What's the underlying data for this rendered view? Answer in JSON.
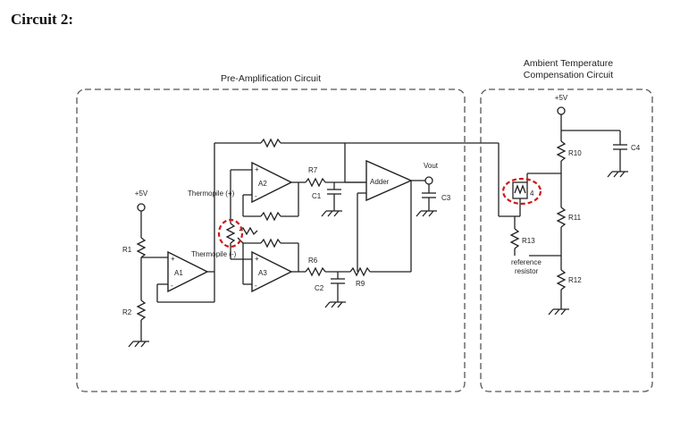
{
  "title": "Circuit 2:",
  "sections": {
    "preamp": "Pre-Amplification Circuit",
    "ambient_line1": "Ambient Temperature",
    "ambient_line2": "Compensation Circuit"
  },
  "supplies": {
    "left": "+5V",
    "right": "+5V"
  },
  "opamps": {
    "a1": "A1",
    "a2": "A2",
    "a3": "A3",
    "adder": "Adder"
  },
  "resistors": {
    "r1": "R1",
    "r2": "R2",
    "r6": "R6",
    "r7": "R7",
    "r9": "R9",
    "r10": "R10",
    "r11": "R11",
    "r12": "R12",
    "r13": "R13"
  },
  "capacitors": {
    "c1": "C1",
    "c2": "C2",
    "c3": "C3",
    "c4": "C4"
  },
  "labels": {
    "thermopile_pos": "Thermopile (+)",
    "thermopile_neg": "Thermopile (-)",
    "vout": "Vout",
    "reference_line1": "reference",
    "reference_line2": "resistor",
    "thermistor_mark": "4"
  },
  "colors": {
    "highlight": "#d01818",
    "ink": "#222222"
  }
}
